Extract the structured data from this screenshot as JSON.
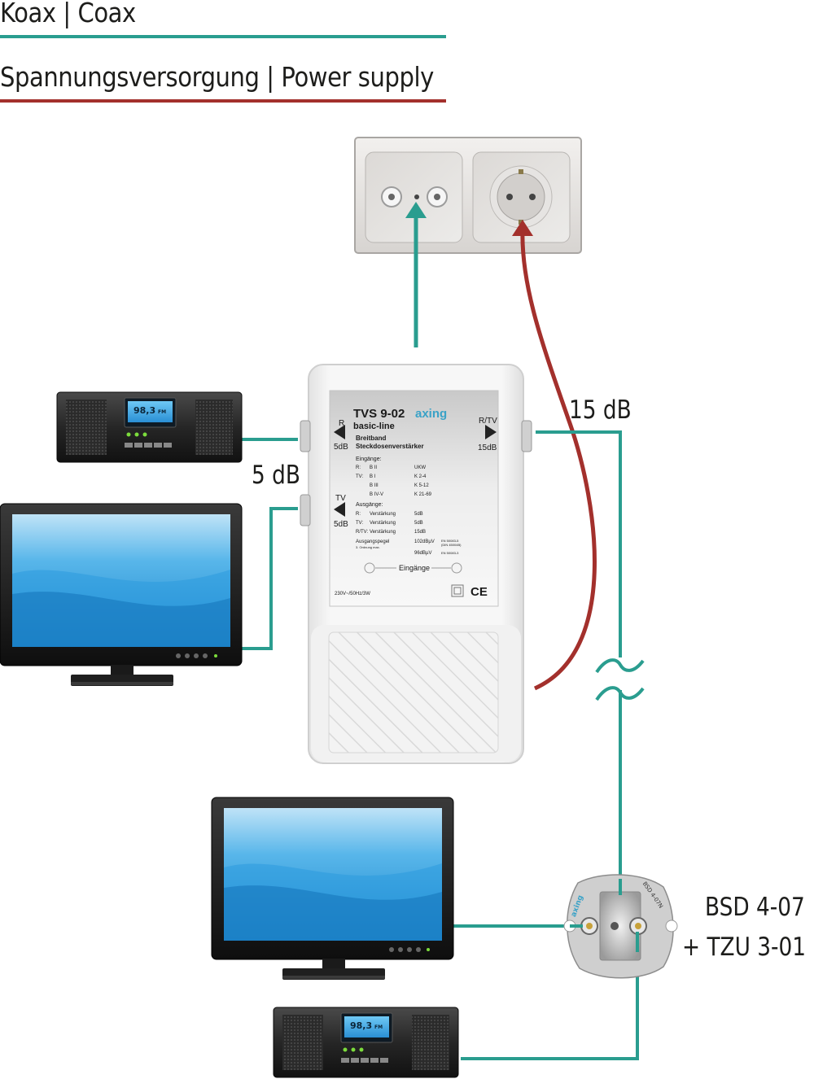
{
  "legend": {
    "coax_label": "Koax | Coax",
    "coax_color": "#2a9d8f",
    "power_label": "Spannungsversorgung | Power supply",
    "power_color": "#a3302c"
  },
  "labels": {
    "gain_15db": "15 dB",
    "gain_5db": "5 dB",
    "socket_model_line1": "BSD 4-07",
    "socket_model_line2": "+ TZU 3-01"
  },
  "amplifier": {
    "model": "TVS 9-02",
    "brand": "axing",
    "series": "basic-line",
    "desc1": "Breitband",
    "desc2": "Steckdosenverstärker",
    "port_r": "R",
    "port_r_gain": "5dB",
    "port_tv": "TV",
    "port_tv_gain": "5dB",
    "port_rtv": "R/TV",
    "port_rtv_gain": "15dB",
    "inputs_title": "Eingänge:",
    "in_r": "R:",
    "in_r_band": "B II",
    "in_r_val": "UKW",
    "in_tv": "TV:",
    "in_tv_b1": "B I",
    "in_tv_b1_val": "K 2-4",
    "in_tv_b3": "B III",
    "in_tv_b3_val": "K 5-12",
    "in_tv_b45": "B IV-V",
    "in_tv_b45_val": "K 21-69",
    "outputs_title": "Ausgänge:",
    "out_r": "R:",
    "out_r_t": "Verstärkung",
    "out_r_v": "5dB",
    "out_tv": "TV:",
    "out_tv_t": "Verstärkung",
    "out_tv_v": "5dB",
    "out_rtv": "R/TV:",
    "out_rtv_t": "Verstärkung",
    "out_rtv_v": "15dB",
    "level_title": "Ausgangspegel",
    "level_sub": "3. Ordnung max.",
    "level_v1": "102dBµV",
    "level_v1_norm": "EN 50083-5",
    "level_v1_norm2": "(DIN 45004B)",
    "level_v2": "96dBµV",
    "level_v2_norm": "EN 50083-3",
    "inputs_footer": "Eingänge",
    "power_rating": "230V~/50Hz/3W",
    "ce": "CE"
  },
  "radio": {
    "display": "98,3",
    "display_unit": "FM"
  },
  "wall_socket": {
    "brand": "axing",
    "model": "BSD 4-07N"
  }
}
